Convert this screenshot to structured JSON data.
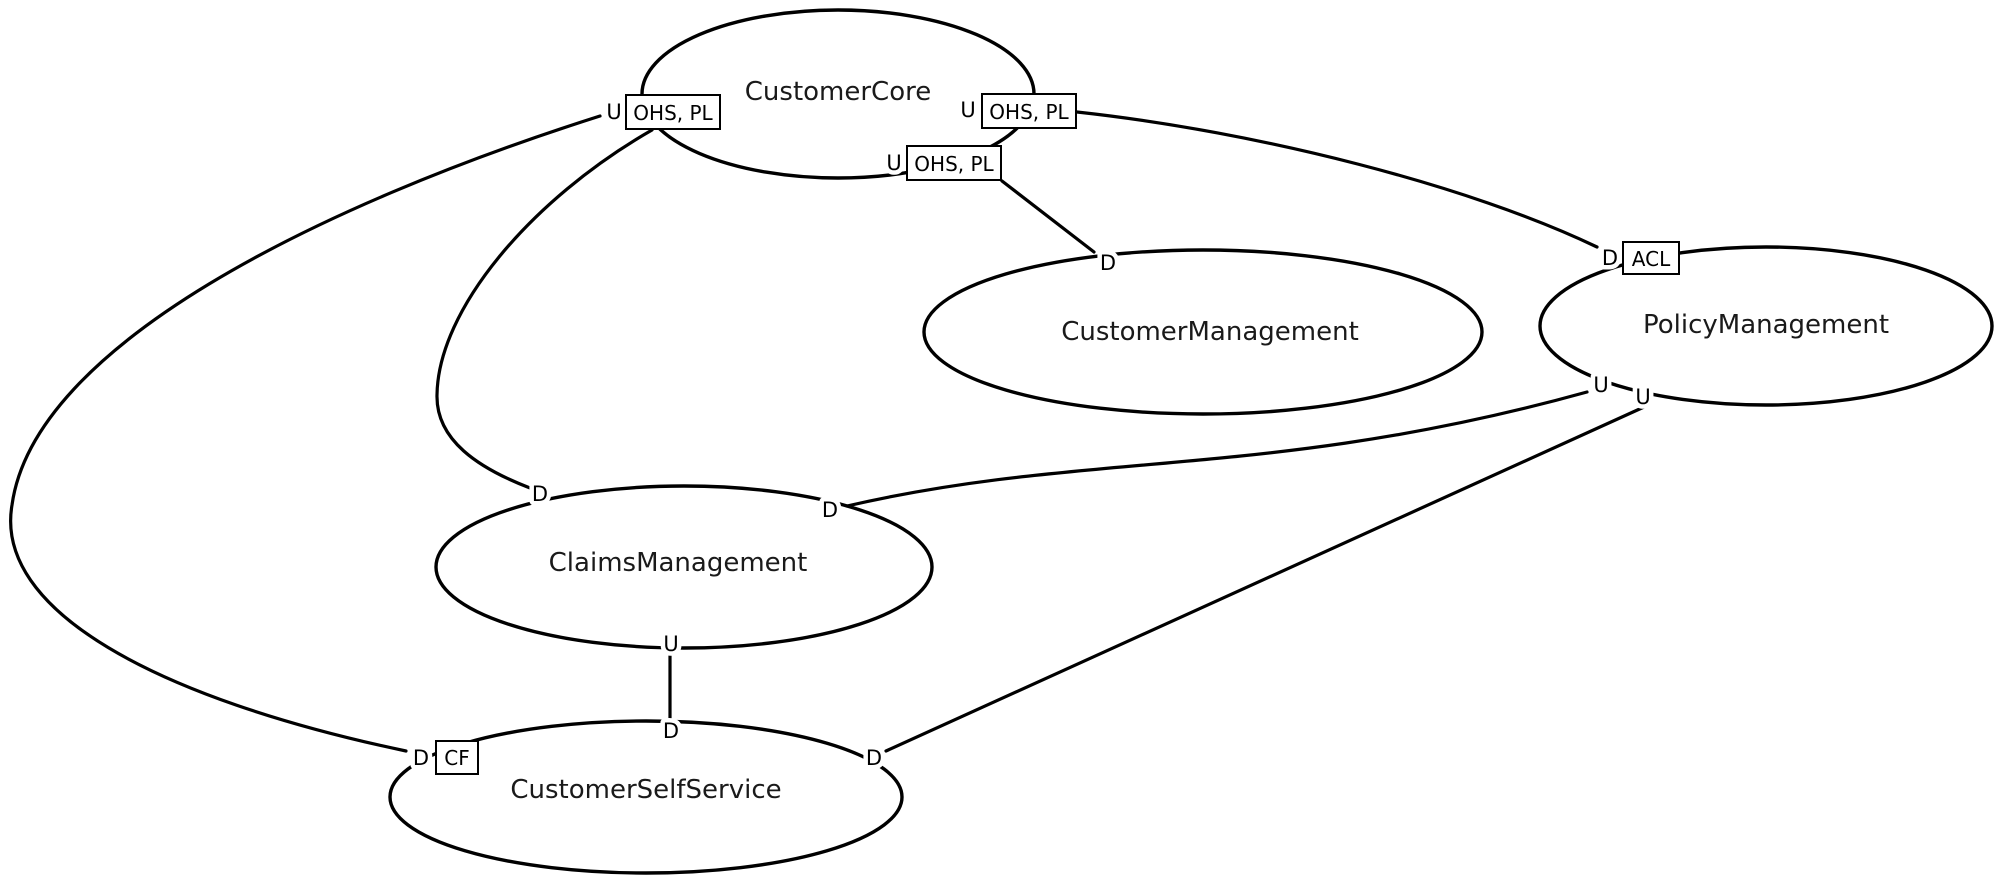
{
  "diagram": {
    "kind": "ddd-context-map",
    "background_color": "#ffffff",
    "line_color": "#000000",
    "roles": {
      "upstream": "U",
      "downstream": "D"
    },
    "patterns": {
      "ohs_pl": "OHS, PL",
      "acl": "ACL",
      "cf": "CF"
    },
    "nodes": [
      {
        "id": "customer-core",
        "label": "CustomerCore"
      },
      {
        "id": "customer-management",
        "label": "CustomerManagement"
      },
      {
        "id": "policy-management",
        "label": "PolicyManagement"
      },
      {
        "id": "claims-management",
        "label": "ClaimsManagement"
      },
      {
        "id": "customer-self-service",
        "label": "CustomerSelfService"
      }
    ],
    "relationships": [
      {
        "upstream": "CustomerCore",
        "downstream": "CustomerManagement",
        "upstream_role": "U",
        "downstream_role": "D",
        "upstream_patterns": "OHS, PL",
        "downstream_patterns": ""
      },
      {
        "upstream": "CustomerCore",
        "downstream": "PolicyManagement",
        "upstream_role": "U",
        "downstream_role": "D",
        "upstream_patterns": "OHS, PL",
        "downstream_patterns": "ACL"
      },
      {
        "upstream": "CustomerCore",
        "downstream": "ClaimsManagement",
        "upstream_role": "U",
        "downstream_role": "D",
        "upstream_patterns": "OHS, PL",
        "downstream_patterns": ""
      },
      {
        "upstream": "CustomerCore",
        "downstream": "CustomerSelfService",
        "upstream_role": "U",
        "downstream_role": "D",
        "upstream_patterns": "OHS, PL",
        "downstream_patterns": "CF"
      },
      {
        "upstream": "PolicyManagement",
        "downstream": "ClaimsManagement",
        "upstream_role": "U",
        "downstream_role": "D",
        "upstream_patterns": "",
        "downstream_patterns": ""
      },
      {
        "upstream": "PolicyManagement",
        "downstream": "CustomerSelfService",
        "upstream_role": "U",
        "downstream_role": "D",
        "upstream_patterns": "",
        "downstream_patterns": ""
      },
      {
        "upstream": "ClaimsManagement",
        "downstream": "CustomerSelfService",
        "upstream_role": "U",
        "downstream_role": "D",
        "upstream_patterns": "",
        "downstream_patterns": ""
      }
    ]
  }
}
